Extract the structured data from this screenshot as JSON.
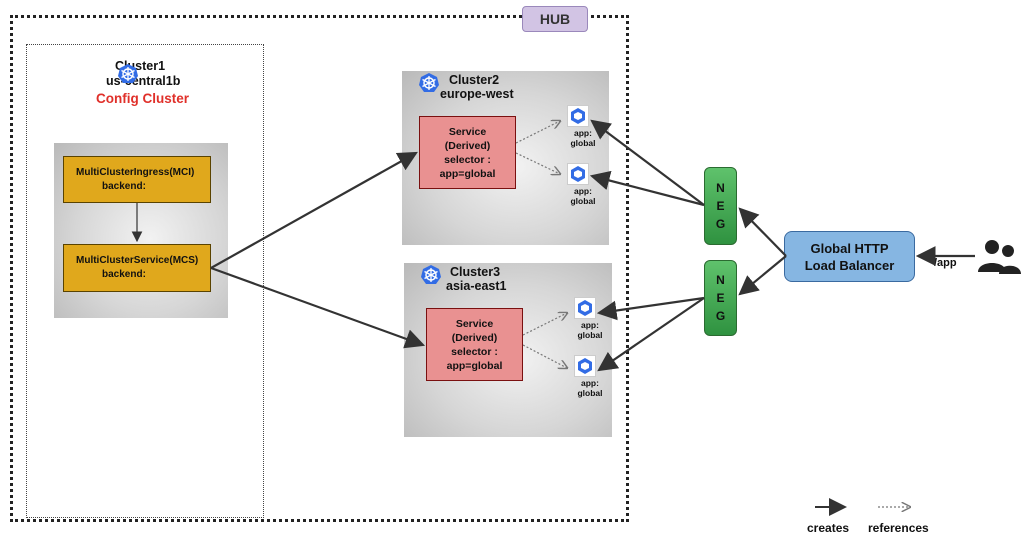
{
  "hub": {
    "label": "HUB"
  },
  "cluster1": {
    "name": "Cluster1",
    "region": "us-central1b",
    "role": "Config Cluster",
    "mci": {
      "line1": "MultiClusterIngress(MCI)",
      "line2": "backend:"
    },
    "mcs": {
      "line1": "MultiClusterService(MCS)",
      "line2": "backend:"
    }
  },
  "cluster2": {
    "name": "Cluster2",
    "region": "europe-west",
    "service": {
      "line1": "Service",
      "line2": "(Derived)",
      "line3": "selector :",
      "line4": "app=global"
    },
    "pods": [
      {
        "line1": "app:",
        "line2": "global"
      },
      {
        "line1": "app:",
        "line2": "global"
      }
    ]
  },
  "cluster3": {
    "name": "Cluster3",
    "region": "asia-east1",
    "service": {
      "line1": "Service",
      "line2": "(Derived)",
      "line3": "selector :",
      "line4": "app=global"
    },
    "pods": [
      {
        "line1": "app:",
        "line2": "global"
      },
      {
        "line1": "app:",
        "line2": "global"
      }
    ]
  },
  "neg": {
    "letters": [
      "N",
      "E",
      "G"
    ]
  },
  "load_balancer": {
    "line1": "Global HTTP",
    "line2": "Load Balancer"
  },
  "path_label": "/app",
  "legend": {
    "creates": "creates",
    "references": "references"
  },
  "colors": {
    "k8s_blue": "#326ce5",
    "service_red": "#e99191",
    "crd_gold": "#e0a81c",
    "neg_green": "#3fa74d",
    "lb_blue": "#86b6e2",
    "config_red": "#e0302a",
    "hub_purple": "#d2c4e4"
  },
  "icons": {
    "kubernetes": "kubernetes-wheel-icon",
    "pod": "pod-cube-icon",
    "users": "users-icon"
  }
}
